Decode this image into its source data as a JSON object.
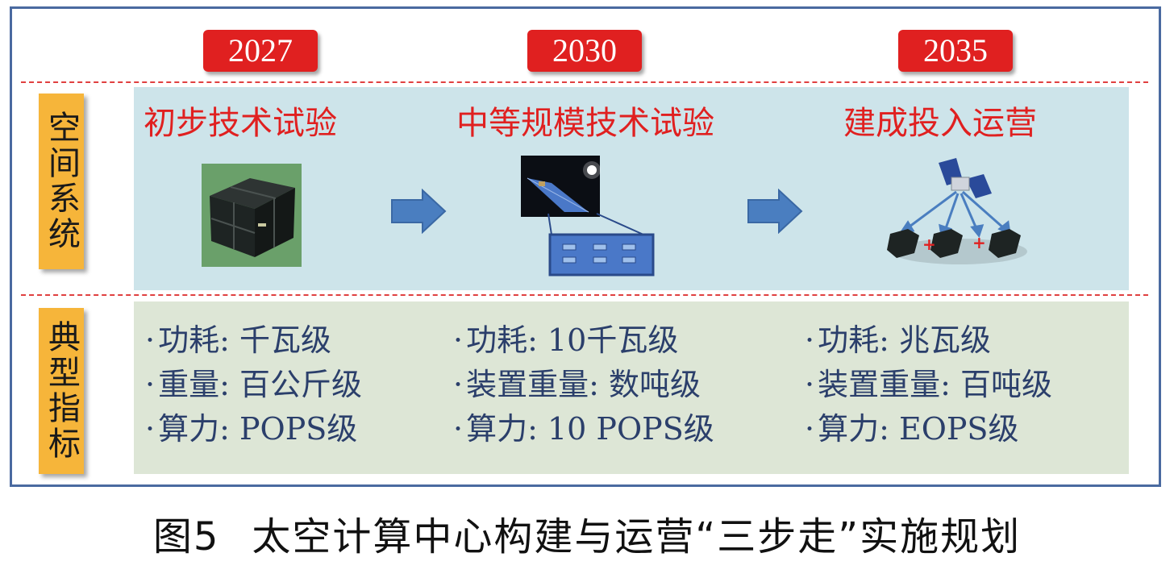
{
  "years": [
    "2027",
    "2030",
    "2035"
  ],
  "row_labels": {
    "space_system": "空间系统",
    "typical_metrics": "典型指标"
  },
  "stages": [
    "初步技术试验",
    "中等规模技术试验",
    "建成投入运营"
  ],
  "metrics": [
    [
      "功耗: 千瓦级",
      "重量: 百公斤级",
      "算力: POPS级"
    ],
    [
      "功耗: 10千瓦级",
      "装置重量: 数吨级",
      "算力: 10 POPS级"
    ],
    [
      "功耗: 兆瓦级",
      "装置重量: 百吨级",
      "算力: EOPS级"
    ]
  ],
  "caption": {
    "number": "图5",
    "title": "太空计算中心构建与运营“三步走”实施规划"
  },
  "colors": {
    "year_badge": "#e02020",
    "stage_text": "#e02020",
    "metric_text": "#2b3f6b",
    "row_label_bg": "#f6b53a",
    "arrow": "#4a7ec0"
  },
  "icons": [
    "cubesat-image",
    "satellite-in-orbit-image",
    "server-rack-icon",
    "satellite-constellation-image",
    "arrow-right-icon"
  ]
}
